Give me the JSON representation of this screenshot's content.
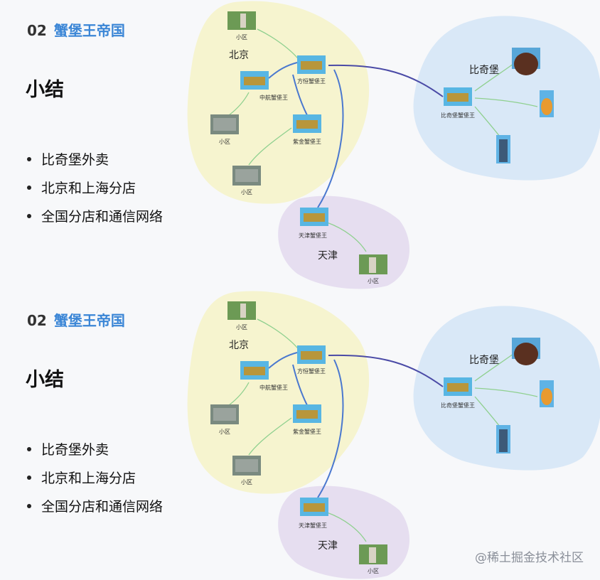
{
  "slides": [
    {
      "section_number": "02",
      "section_title": "蟹堡王帝国",
      "summary_title": "小结",
      "bullets": [
        "比奇堡外卖",
        "北京和上海分店",
        "全国分店和通信网络"
      ],
      "regions": {
        "beijing": "北京",
        "bikini": "比奇堡",
        "tianjin": "天津"
      },
      "nodes": {
        "bj_xq1": "小区",
        "fangheng": "方恒蟹堡王",
        "zhonghang": "中航蟹堡王",
        "bj_xq2": "小区",
        "zijin": "紫金蟹堡王",
        "bj_xq3": "小区",
        "bikini_store": "比奇堡蟹堡王",
        "tianjin_store": "天津蟹堡王",
        "tj_xq": "小区"
      }
    },
    {
      "section_number": "02",
      "section_title": "蟹堡王帝国",
      "summary_title": "小结",
      "bullets": [
        "比奇堡外卖",
        "北京和上海分店",
        "全国分店和通信网络"
      ],
      "regions": {
        "beijing": "北京",
        "bikini": "比奇堡",
        "tianjin": "天津"
      },
      "nodes": {
        "bj_xq1": "小区",
        "fangheng": "方恒蟹堡王",
        "zhonghang": "中航蟹堡王",
        "bj_xq2": "小区",
        "zijin": "紫金蟹堡王",
        "bj_xq3": "小区",
        "bikini_store": "比奇堡蟹堡王",
        "tianjin_store": "天津蟹堡王",
        "tj_xq": "小区"
      }
    }
  ],
  "watermark": "@稀土掘金技术社区",
  "colors": {
    "accent": "#3b86d6",
    "beijing_blob": "#f6f4cf",
    "bikini_blob": "#d9e8f7",
    "tianjin_blob": "#e6def0",
    "network_link": "#4a4aa6",
    "local_link": "#4a78cf",
    "delivery_link": "#8fd08f"
  }
}
